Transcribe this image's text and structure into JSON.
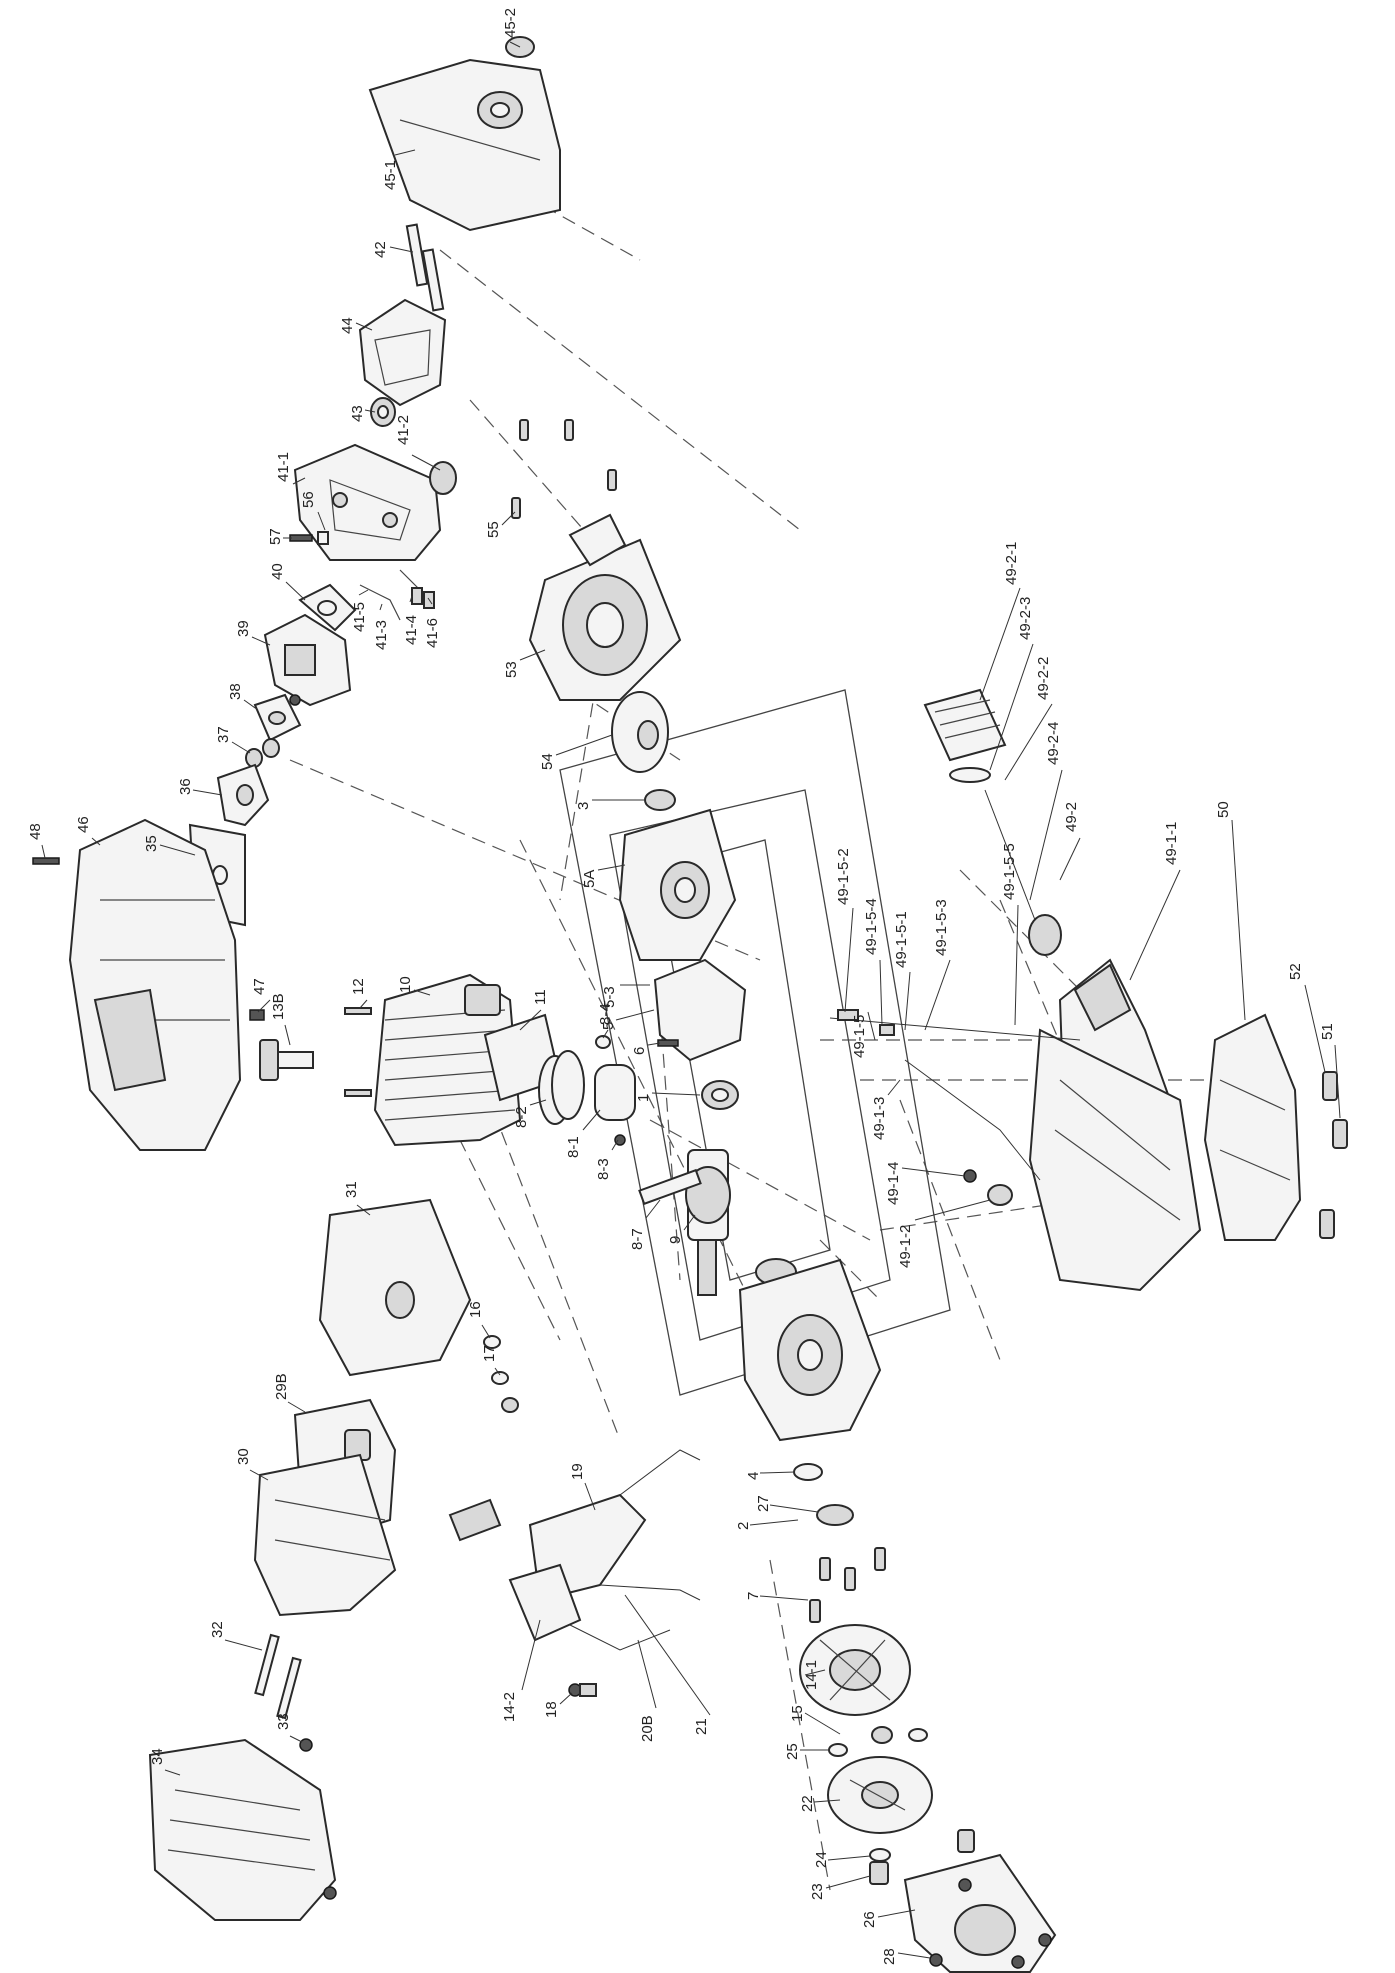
{
  "labels": {
    "p45_2": "45-2",
    "p45_1": "45-1",
    "p42": "42",
    "p44": "44",
    "p43": "43",
    "p41_2": "41-2",
    "p41_1": "41-1",
    "p56": "56",
    "p57": "57",
    "p40": "40",
    "p39": "39",
    "p38": "38",
    "p37": "37",
    "p36": "36",
    "p35": "35",
    "p41_5": "41-5",
    "p41_3": "41-3",
    "p41_4": "41-4",
    "p41_6": "41-6",
    "p55": "55",
    "p53": "53",
    "p54": "54",
    "p3": "3",
    "p5A": "5A",
    "p5_3": "5-3",
    "p5": "5",
    "p6": "6",
    "p1": "1",
    "p8_4": "8-4",
    "p11": "11",
    "p10": "10",
    "p12": "12",
    "p13B": "13B",
    "p47": "47",
    "p48": "48",
    "p46": "46",
    "p8_2": "8-2",
    "p8_1": "8-1",
    "p8_3": "8-3",
    "p8_7": "8-7",
    "p9": "9",
    "p31": "31",
    "p16": "16",
    "p17": "17",
    "p29B": "29B",
    "p30": "30",
    "p32": "32",
    "p33": "33",
    "p34": "34",
    "p19": "19",
    "p4": "4",
    "p27": "27",
    "p2": "2",
    "p7": "7",
    "p14_1": "14-1",
    "p15": "15",
    "p25": "25",
    "p22": "22",
    "p24": "24",
    "p23": "23",
    "p26": "26",
    "p28": "28",
    "p14_2": "14-2",
    "p18": "18",
    "p20B": "20B",
    "p21": "21",
    "p49_2_1": "49-2-1",
    "p49_2_3": "49-2-3",
    "p49_2_2": "49-2-2",
    "p49_2_4": "49-2-4",
    "p49_2": "49-2",
    "p49_1_1": "49-1-1",
    "p49_1_5_2": "49-1-5-2",
    "p49_1_5_4": "49-1-5-4",
    "p49_1_5_1": "49-1-5-1",
    "p49_1_5_3": "49-1-5-3",
    "p49_1_5": "49-1-5",
    "p49_1_5_5": "49-1-5-5",
    "p49_1_3": "49-1-3",
    "p49_1_4": "49-1-4",
    "p49_1_2": "49-1-2",
    "p50": "50",
    "p52": "52",
    "p51": "51"
  }
}
